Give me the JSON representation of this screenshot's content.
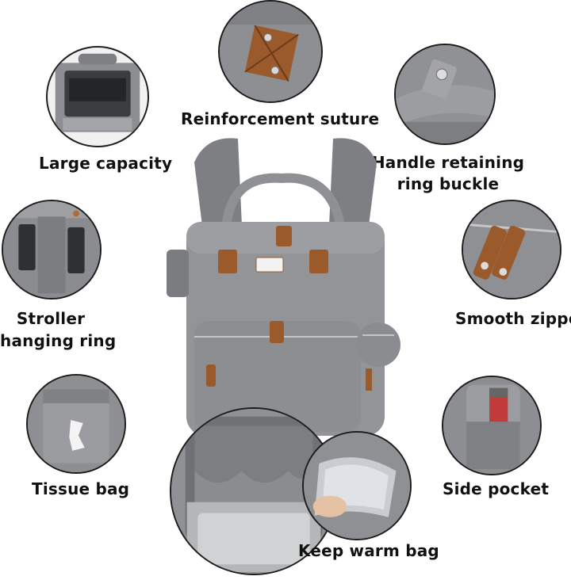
{
  "labels": {
    "reinforcement": "Reinforcement suture",
    "capacity": "Large capacity",
    "handle_line1": "Handle retaining",
    "handle_line2": "ring buckle",
    "stroller_line1": "Stroller",
    "stroller_line2": "hanging ring",
    "zipper": "Smooth zipper",
    "tissue": "Tissue bag",
    "side_pocket": "Side pocket",
    "warm_bag": "Keep warm bag"
  },
  "colors": {
    "fabric": "#8e9093",
    "fabric_dark": "#6d6f72",
    "leather": "#9a5a2c",
    "metal": "#c9c9c9",
    "text": "#111111"
  }
}
